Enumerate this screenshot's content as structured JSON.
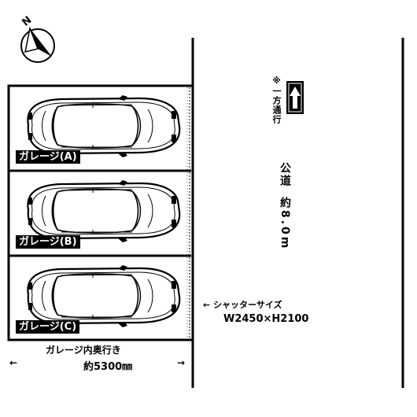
{
  "compass": {
    "label": "N",
    "icon": "compass-north-icon"
  },
  "garages": [
    {
      "label": "ガレージ(A)"
    },
    {
      "label": "ガレージ(B)"
    },
    {
      "label": "ガレージ(C)"
    }
  ],
  "road": {
    "one_way_note": "※一方通行",
    "one_way_icon": "up-arrow-icon",
    "name": "公道",
    "width": "約8.0m"
  },
  "shutter": {
    "label": "← シャッターサイズ",
    "size": "W2450×H2100"
  },
  "depth": {
    "label": "ガレージ内奥行き",
    "arrow_left": "←",
    "value": "約5300㎜",
    "arrow_right": "→"
  }
}
